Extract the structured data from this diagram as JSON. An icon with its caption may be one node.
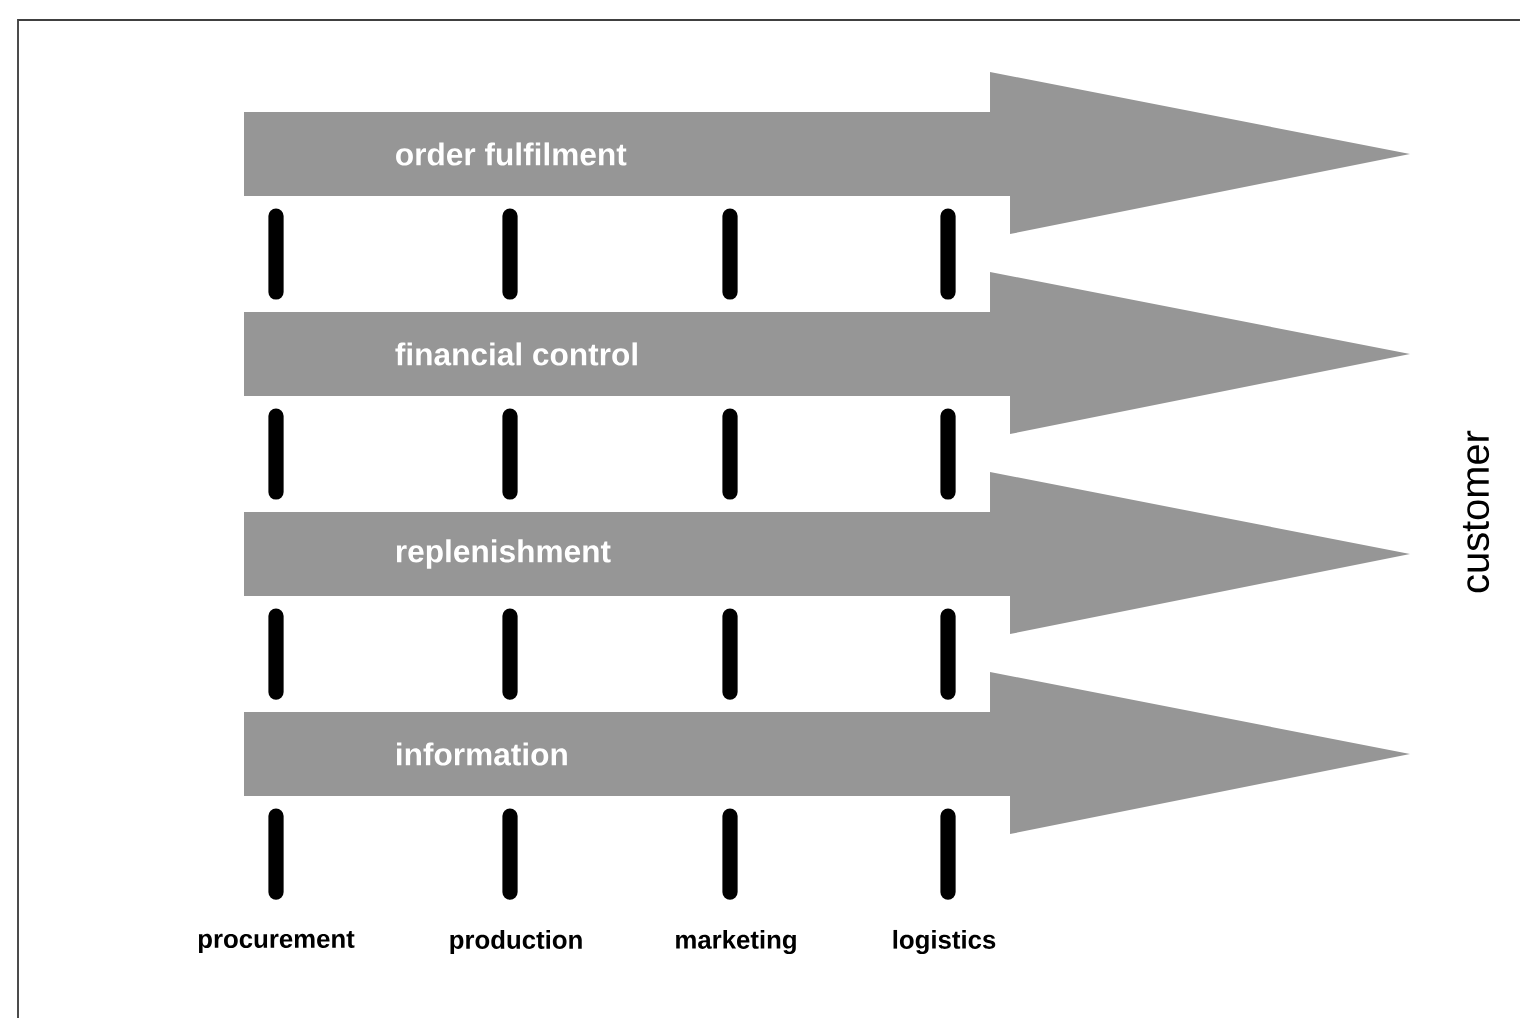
{
  "diagram": {
    "nodes": [
      {
        "text": [
          "order fulfilment"
        ]
      },
      {
        "text": [
          "financial control"
        ]
      },
      {
        "text": [
          "replenishment"
        ]
      },
      {
        "text": [
          "information"
        ]
      }
    ],
    "labels": [
      "customer",
      "procurement",
      "production",
      "marketing",
      "logistics"
    ]
  }
}
